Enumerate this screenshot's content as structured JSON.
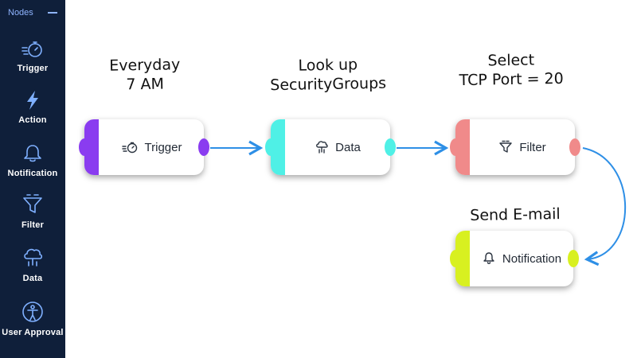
{
  "sidebar": {
    "title": "Nodes",
    "items": [
      {
        "label": "Trigger",
        "icon": "stopwatch-icon"
      },
      {
        "label": "Action",
        "icon": "lightning-icon"
      },
      {
        "label": "Notification",
        "icon": "bell-icon"
      },
      {
        "label": "Filter",
        "icon": "funnel-icon"
      },
      {
        "label": "Data",
        "icon": "cloud-data-icon"
      },
      {
        "label": "User Approval",
        "icon": "person-icon"
      }
    ]
  },
  "annotations": {
    "trigger": "Everyday\n7 AM",
    "data": "Look up\nSecurityGroups",
    "filter": "Select\nTCP Port = 20",
    "notification": "Send E-mail"
  },
  "nodes": {
    "trigger": {
      "label": "Trigger",
      "color": "#8a3cf0"
    },
    "data": {
      "label": "Data",
      "color": "#4ff0e6"
    },
    "filter": {
      "label": "Filter",
      "color": "#f08a8a"
    },
    "notification": {
      "label": "Notification",
      "color": "#d8f020"
    }
  },
  "colors": {
    "sidebar_bg": "#0f1f3a",
    "connector": "#2e8fe6"
  }
}
